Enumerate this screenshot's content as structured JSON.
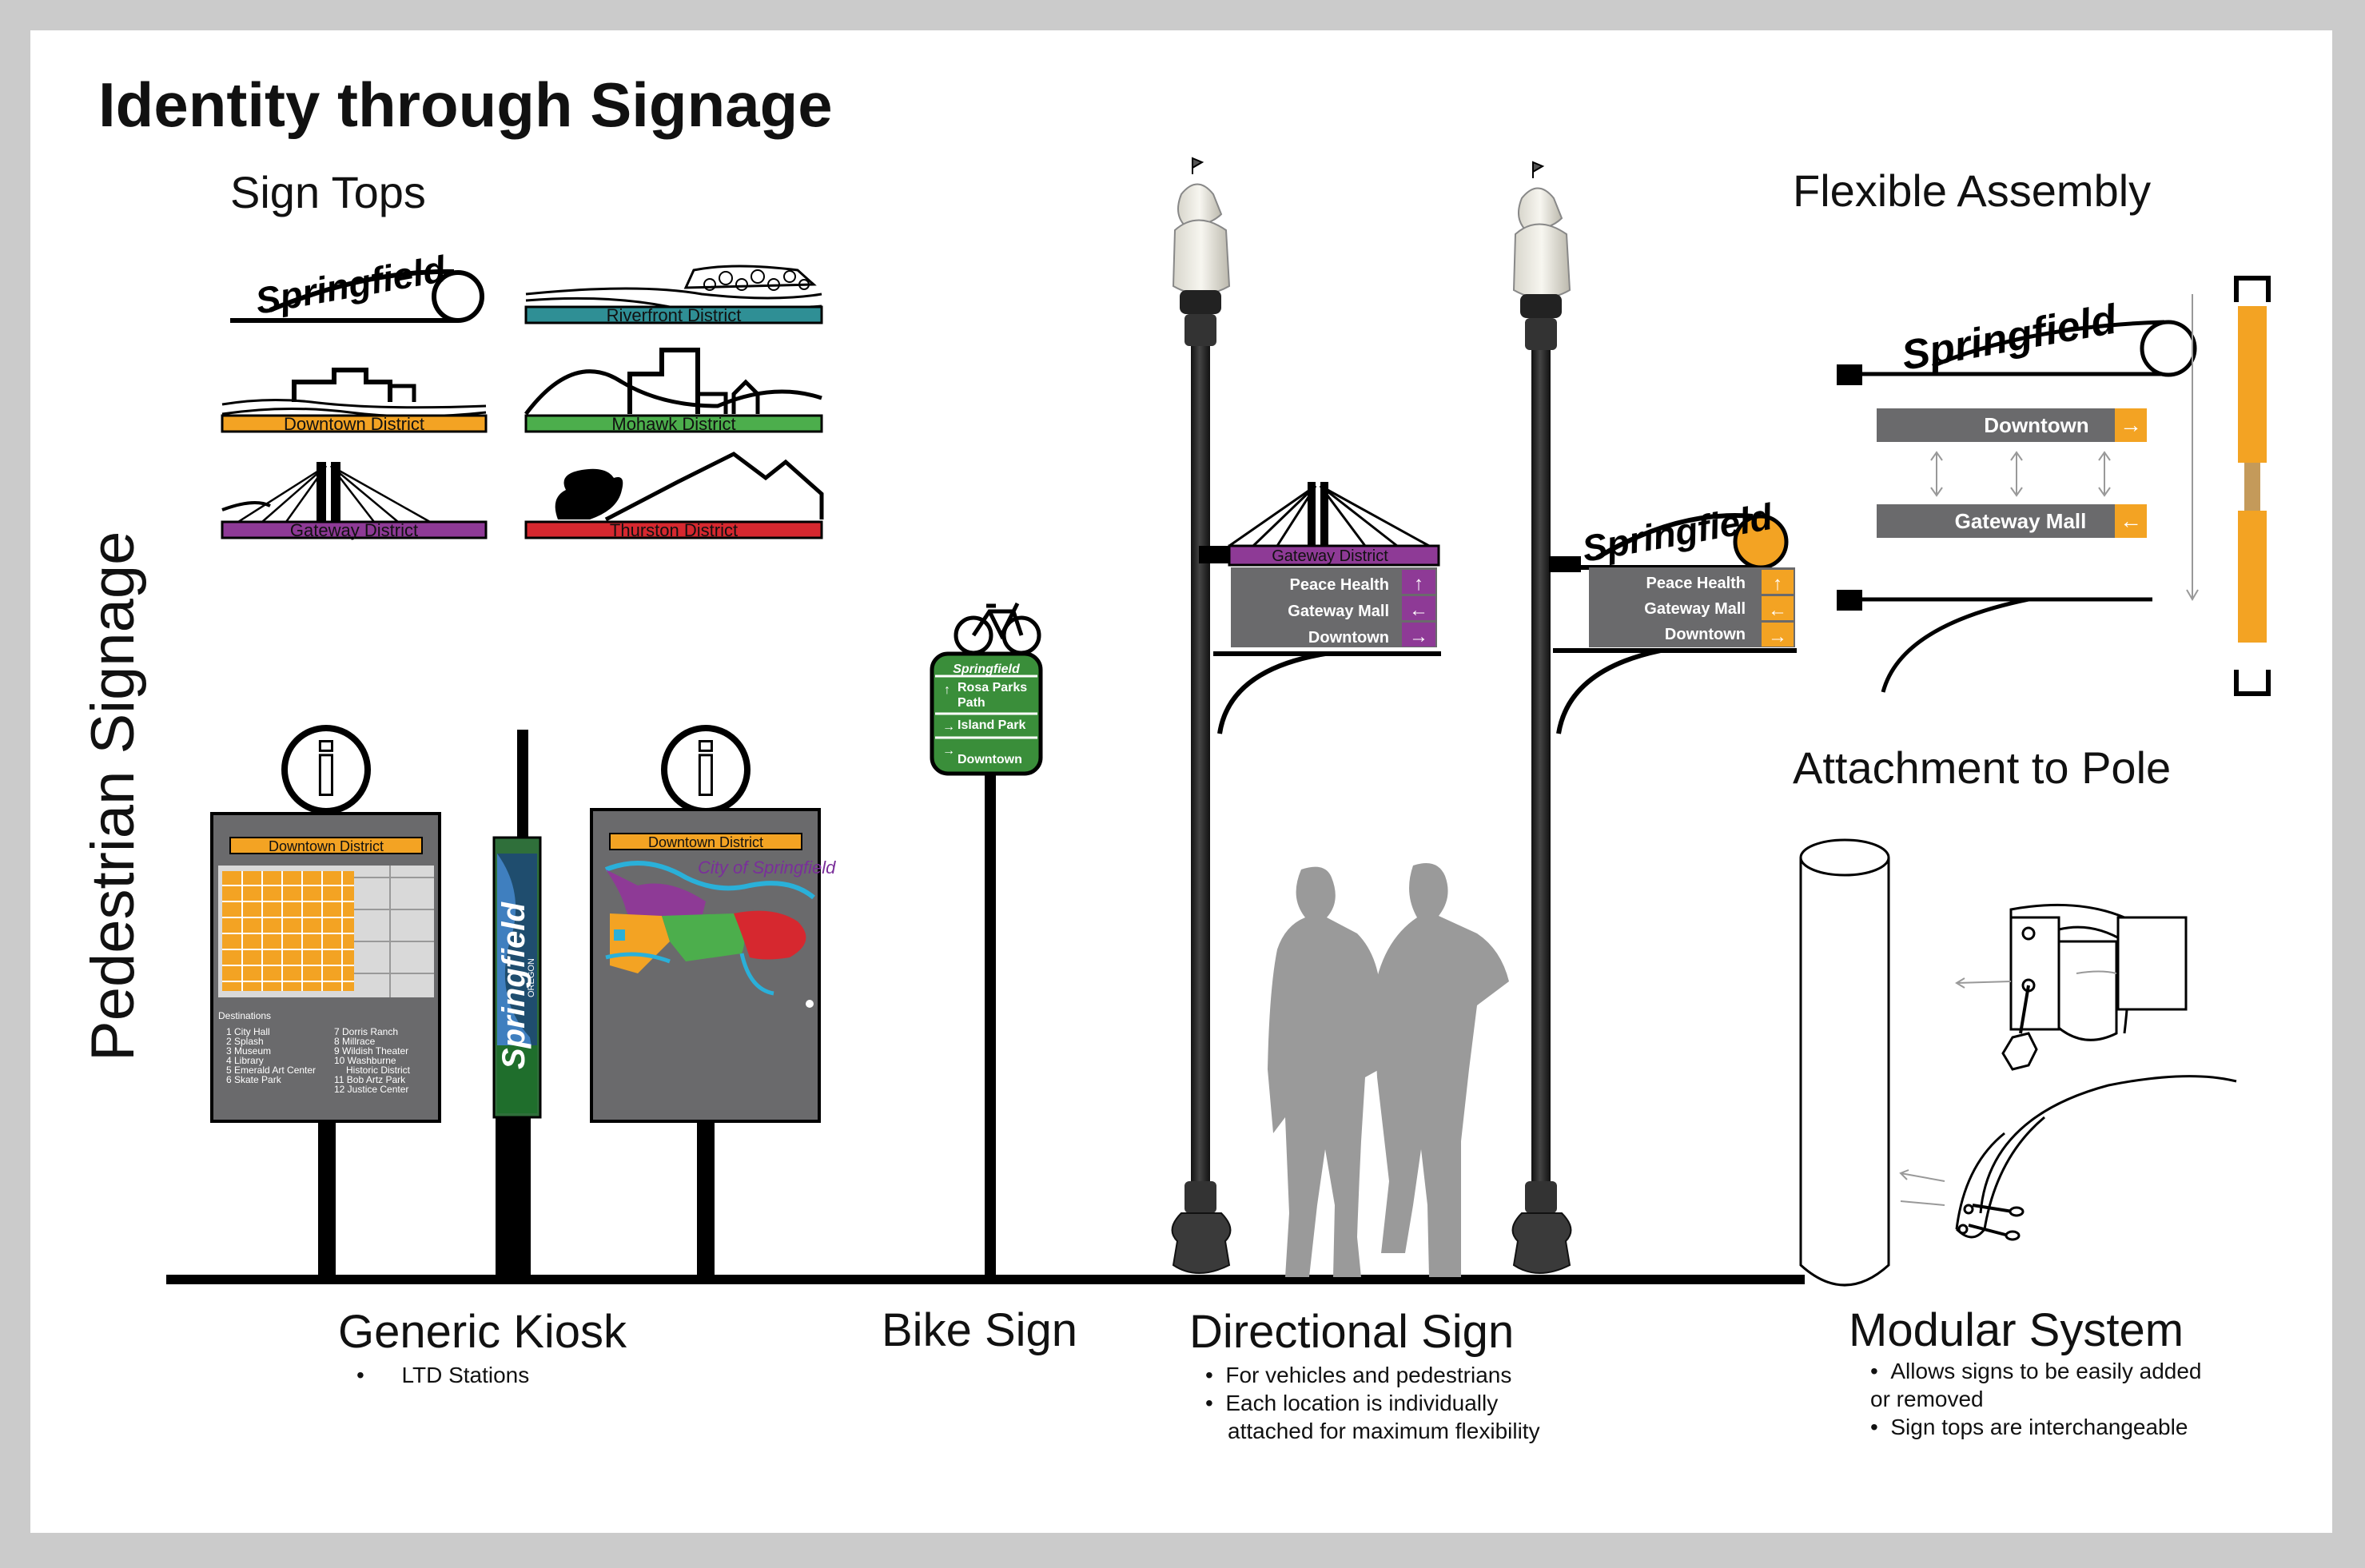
{
  "title": "Identity through Signage",
  "side_title": "Pedestrian Signage",
  "sections": {
    "sign_tops": "Sign Tops",
    "flexible_assembly": "Flexible Assembly",
    "attachment": "Attachment to Pole"
  },
  "brand": "Springfield",
  "sign_tops": [
    {
      "label": "Riverfront District",
      "color": "#2f8f95"
    },
    {
      "label": "Downtown District",
      "color": "#f3a323"
    },
    {
      "label": "Mohawk District",
      "color": "#4cae4c"
    },
    {
      "label": "Gateway District",
      "color": "#8e3a96"
    },
    {
      "label": "Thurston District",
      "color": "#d6282f"
    }
  ],
  "kiosk": {
    "header": "Downtown District",
    "destinations_title": "Destinations",
    "dest_left": [
      "1 City Hall",
      "2 Splash",
      "3 Museum",
      "4 Library",
      "5 Emerald Art Center",
      "6 Skate Park"
    ],
    "dest_right": [
      "7 Dorris Ranch",
      "8 Millrace",
      "9 Wildish Theater",
      "10 Washburne",
      "Historic District",
      "11 Bob Artz Park",
      "12 Justice Center"
    ],
    "map_title": "City of Springfield",
    "banner_word": "Springfield",
    "banner_sub": "OREGON"
  },
  "bike_sign": {
    "items": [
      {
        "label": "Rosa Parks",
        "label2": "Path",
        "arrow": "↑"
      },
      {
        "label": "Island Park",
        "arrow": "→"
      },
      {
        "label": "Downtown",
        "arrow": "→"
      }
    ]
  },
  "directional_left": {
    "top": "Gateway District",
    "accent": "#8e3a96",
    "items": [
      {
        "label": "Peace Health",
        "arrow": "↑"
      },
      {
        "label": "Gateway Mall",
        "arrow": "←"
      },
      {
        "label": "Downtown",
        "arrow": "→"
      }
    ]
  },
  "directional_right": {
    "accent": "#f3a323",
    "items": [
      {
        "label": "Peace Health",
        "arrow": "↑"
      },
      {
        "label": "Gateway Mall",
        "arrow": "←"
      },
      {
        "label": "Downtown",
        "arrow": "→"
      }
    ]
  },
  "assembly": {
    "panels": [
      {
        "label": "Downtown",
        "arrow": "→"
      },
      {
        "label": "Gateway Mall",
        "arrow": "←"
      }
    ]
  },
  "captions": {
    "kiosk": {
      "title": "Generic Kiosk",
      "bullets": [
        "LTD Stations"
      ]
    },
    "bike": {
      "title": "Bike Sign"
    },
    "directional": {
      "title": "Directional Sign",
      "bullets": [
        "For vehicles and pedestrians",
        "Each location is individually",
        "attached for maximum flexibility"
      ]
    },
    "modular": {
      "title": "Modular System",
      "bullets": [
        "Allows signs to be easily added",
        "or removed",
        "Sign tops are interchangeable"
      ]
    }
  },
  "colors": {
    "orange": "#f3a323",
    "purple": "#8e3a96",
    "green": "#3a8e3a",
    "panel_gray": "#6a6a6c",
    "teal": "#2f8f95"
  }
}
